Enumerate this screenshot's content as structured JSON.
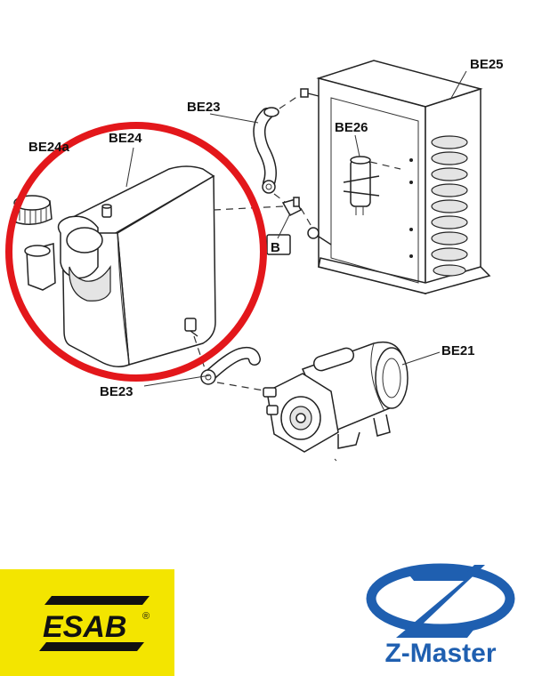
{
  "labels": {
    "be24a": "BE24a",
    "be24": "BE24",
    "be23_top": "BE23",
    "be23_bottom": "BE23",
    "be25": "BE25",
    "be26": "BE26",
    "be21": "BE21",
    "b": "B"
  },
  "logos": {
    "esab_text": "ESAB",
    "esab_reg": "®",
    "zmaster_text": "Z-Master"
  },
  "colors": {
    "highlight_ring": "#e3171b",
    "esab_yellow": "#f3e500",
    "zmaster_blue": "#1f5fb0"
  }
}
